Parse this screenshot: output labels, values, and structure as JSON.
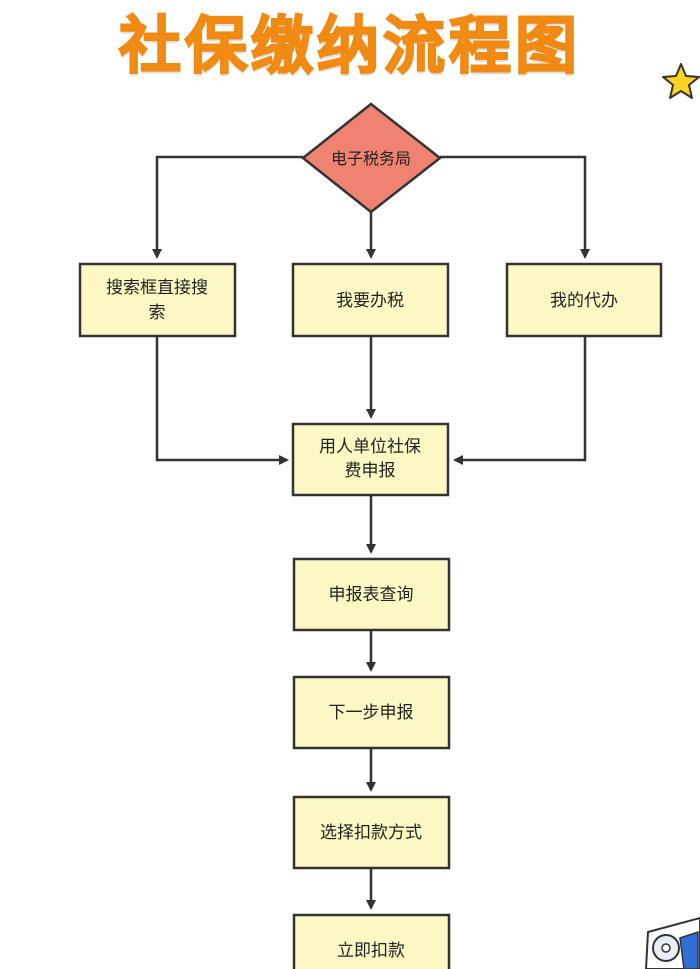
{
  "title": "社保缴纳流程图",
  "colors": {
    "title": "#f7931e",
    "diamond_fill": "#f08271",
    "box_fill": "#fbf8c4",
    "stroke": "#333333",
    "star": "#f9d423"
  },
  "nodes": {
    "start": "电子税务局",
    "search": [
      "搜索框直接搜",
      "索"
    ],
    "tax": "我要办税",
    "agent": "我的代办",
    "declare": [
      "用人单位社保",
      "费申报"
    ],
    "query": "申报表查询",
    "next": "下一步申报",
    "method": "选择扣款方式",
    "pay": "立即扣款"
  },
  "decorations": {
    "star_icon": "star-icon",
    "sticker_icon": "disc-sticker-icon"
  }
}
